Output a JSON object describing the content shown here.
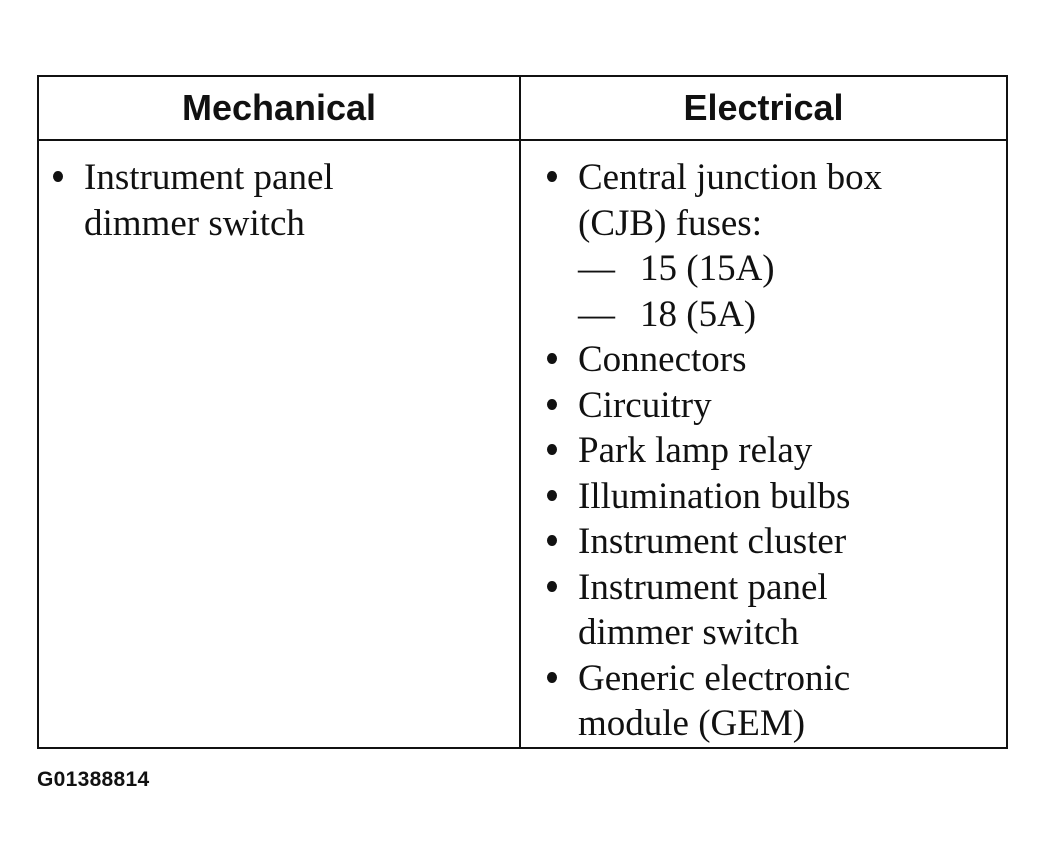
{
  "table": {
    "headers": [
      "Mechanical",
      "Electrical"
    ],
    "mechanical_items": [
      {
        "line1": "Instrument panel",
        "line2": "dimmer switch"
      }
    ],
    "electrical_items": [
      {
        "line1": "Central junction box",
        "line2": "(CJB) fuses:",
        "subitems": [
          {
            "dash": "—",
            "text": "15 (15A)"
          },
          {
            "dash": "—",
            "text": "18 (5A)"
          }
        ]
      },
      {
        "line1": "Connectors"
      },
      {
        "line1": "Circuitry"
      },
      {
        "line1": "Park lamp relay"
      },
      {
        "line1": "Illumination bulbs"
      },
      {
        "line1": "Instrument cluster"
      },
      {
        "line1": "Instrument panel",
        "line2": "dimmer switch"
      },
      {
        "line1": "Generic electronic",
        "line2": "module (GEM)"
      }
    ]
  },
  "figure_id": "G01388814"
}
